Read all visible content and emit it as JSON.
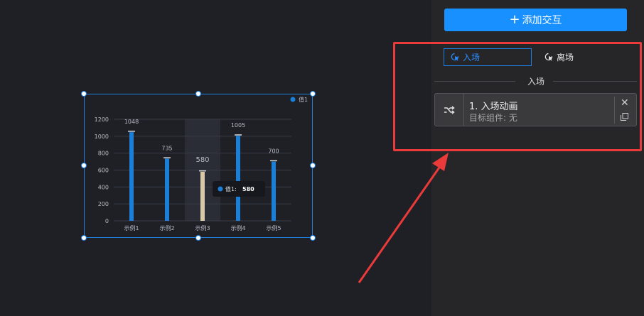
{
  "canvas": {
    "chart_data": {
      "type": "bar",
      "categories": [
        "示例1",
        "示例2",
        "示例3",
        "示例4",
        "示例5"
      ],
      "series": [
        {
          "name": "值1",
          "values": [
            1048,
            735,
            580,
            1005,
            700
          ]
        }
      ],
      "ylim": [
        0,
        1200
      ],
      "yticks": [
        0,
        200,
        400,
        600,
        800,
        1000,
        1200
      ],
      "data_labels": [
        "1048",
        "735",
        "580",
        "1005",
        "700"
      ],
      "highlighted_index": 2,
      "legend_position": "top-right",
      "grid": true,
      "colors": {
        "bar": "#1b7fd8",
        "highlight": "#d8c8a8",
        "grid": "#383c46",
        "text": "#b8bcc6"
      }
    },
    "tooltip": {
      "series_name": "值1:",
      "value": "580"
    }
  },
  "panel": {
    "add_interaction_label": "添加交互",
    "tabs": [
      {
        "label": "入场",
        "icon": "pointer-click-icon",
        "active": true
      },
      {
        "label": "离场",
        "icon": "pointer-click-icon",
        "active": false
      }
    ],
    "section_label": "入场",
    "interactions": [
      {
        "title": "1. 入场动画",
        "target_label": "目标组件:",
        "target_value": "无",
        "icon": "shuffle-icon"
      }
    ]
  },
  "annotation": {
    "color": "#ea3a3a"
  }
}
